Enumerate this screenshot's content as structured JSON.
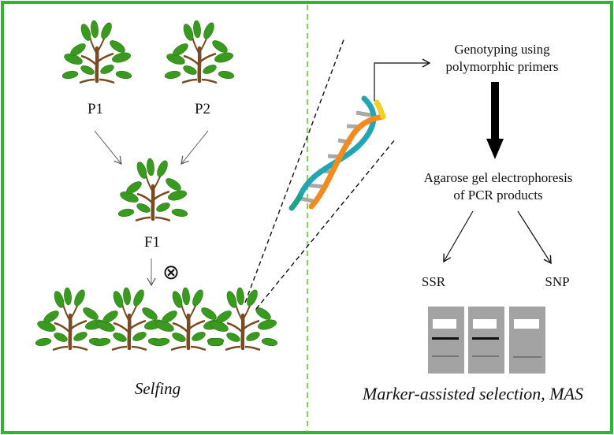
{
  "left_panel": {
    "parent_labels": [
      "P1",
      "P2"
    ],
    "f1_label": "F1",
    "selfing_symbol": "⊗",
    "caption": "Selfing"
  },
  "right_panel": {
    "step1": [
      "Genotyping using",
      "polymorphic primers"
    ],
    "step2": [
      "Agarose gel electrophoresis",
      "of PCR products"
    ],
    "branches": [
      "SSR",
      "SNP"
    ],
    "caption": "Marker-assisted selection, MAS"
  },
  "colors": {
    "frame": "#2db82d",
    "divider": "#7acc55",
    "leaf": "#3a9a1f",
    "leaf_dark": "#2a7a14",
    "trunk": "#7a4a22",
    "dna_orange": "#f28b1d",
    "dna_teal": "#22a6b3",
    "dna_yellow": "#f2cf21",
    "dna_green": "#1ca38a",
    "gel": "#a3a3a3"
  }
}
